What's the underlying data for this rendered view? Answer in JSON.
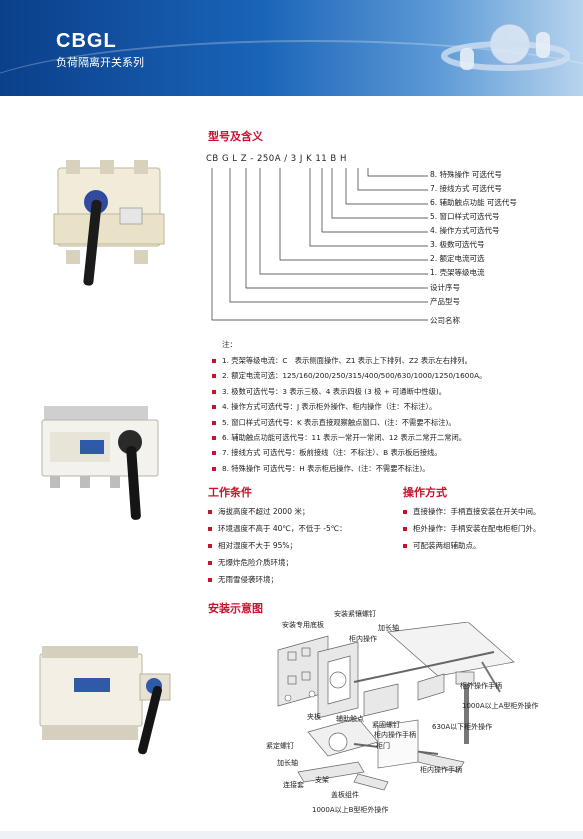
{
  "header": {
    "brand": "CBGL",
    "subtitle": "负荷隔离开关系列"
  },
  "colors": {
    "accent": "#c8122e",
    "header_blue": "#1a64b8"
  },
  "model_section": {
    "title": "型号及含义",
    "code": "CB G L Z - 250A / 3 J K 11 B H",
    "meanings": [
      "8. 特殊操作 可选代号",
      "7. 接线方式 可选代号",
      "6. 辅助触点功能 可选代号",
      "5. 窗口样式可选代号",
      "4. 操作方式可选代号",
      "3. 极数可选代号",
      "2. 额定电流可选",
      "1. 壳架等级电流",
      "设计序号",
      "产品型号",
      "公司名称"
    ],
    "note_label": "注：",
    "notes": [
      "1. 壳架等级电流：C　表示侧面操作、Z1 表示上下排列、Z2 表示左右排列。",
      "2. 额定电流可选：125/160/200/250/315/400/500/630/1000/1250/1600A。",
      "3. 极数可选代号：3 表示三极、4 表示四极 (3 极 + 可通断中性级)。",
      "4. 操作方式可选代号：J 表示柜外操作、柜内操作（注：不标注）。",
      "5. 窗口样式可选代号：K 表示直接观察触点窗口、(注：不需要不标注)。",
      "6. 辅助触点功能可选代号：11 表示一常开一常闭、12 表示二常开二常闭。",
      "7. 接线方式 可选代号：板前接线（注：不标注）、B 表示板后接线。",
      "8. 特殊操作 可选代号：H 表示柜后操作、(注：不需要不标注)。"
    ]
  },
  "conditions": {
    "title": "工作条件",
    "items": [
      "海拔高度不超过 2000 米；",
      "环境温度不高于 40℃，不低于 -5℃：",
      "相对湿度不大于 95%；",
      "无爆炸危险介质环境；",
      "无雨雪侵袭环境；"
    ]
  },
  "operation": {
    "title": "操作方式",
    "items": [
      "直接操作：手柄直接安装在开关中间。",
      "柜外操作：手柄安装在配电柜柜门外。",
      "可配装两组辅助点。"
    ]
  },
  "install": {
    "title": "安装示意图",
    "labels": [
      "安装专用底板",
      "安装紧镶螺钉",
      "加长轴",
      "柜内操作",
      "柜外操作手柄",
      "1000A以上A型柜外操作",
      "630A以下柜外操作",
      "夹板",
      "辅助触点",
      "紧固螺钉",
      "柜内操作手柄",
      "柜门",
      "紧定螺钉",
      "加长轴",
      "连接套",
      "支架",
      "盖板组件",
      "柜内操作手柄",
      "1000A以上B型柜外操作"
    ]
  }
}
